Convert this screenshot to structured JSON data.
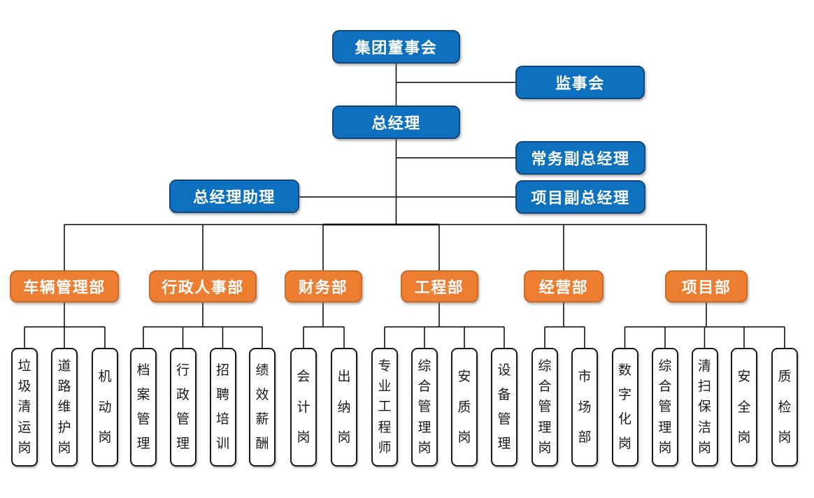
{
  "org": {
    "executives": [
      {
        "id": "board",
        "label": "集团董事会"
      },
      {
        "id": "supervisory-board",
        "label": "监事会"
      },
      {
        "id": "general-manager",
        "label": "总经理"
      },
      {
        "id": "executive-deputy-gm",
        "label": "常务副总经理"
      },
      {
        "id": "gm-assistant",
        "label": "总经理助理"
      },
      {
        "id": "project-deputy-gm",
        "label": "项目副总经理"
      }
    ],
    "departments": [
      {
        "label": "车辆管理部",
        "positions": [
          "垃圾清运岗",
          "道路维护岗",
          "机动岗"
        ]
      },
      {
        "label": "行政人事部",
        "positions": [
          "档案管理",
          "行政管理",
          "招聘培训",
          "绩效薪酬"
        ]
      },
      {
        "label": "财务部",
        "positions": [
          "会计岗",
          "出纳岗"
        ]
      },
      {
        "label": "工程部",
        "positions": [
          "专业工程师",
          "综合管理岗",
          "安质岗",
          "设备管理"
        ]
      },
      {
        "label": "经营部",
        "positions": [
          "综合管理岗",
          "市场部"
        ]
      },
      {
        "label": "项目部",
        "positions": [
          "数字化岗",
          "综合管理岗",
          "清扫保洁岗",
          "安全岗",
          "质检岗"
        ]
      }
    ]
  },
  "colors": {
    "blue_fill": "#0d71bf",
    "blue_border": "#16477c",
    "orange_fill": "#ed7d31",
    "orange_border": "#cf6a24",
    "leaf_fill": "#ffffff",
    "leaf_border": "#1a1a1a",
    "line": "#000000",
    "text_light": "#ffffff",
    "text_dark": "#1a1a1a"
  }
}
